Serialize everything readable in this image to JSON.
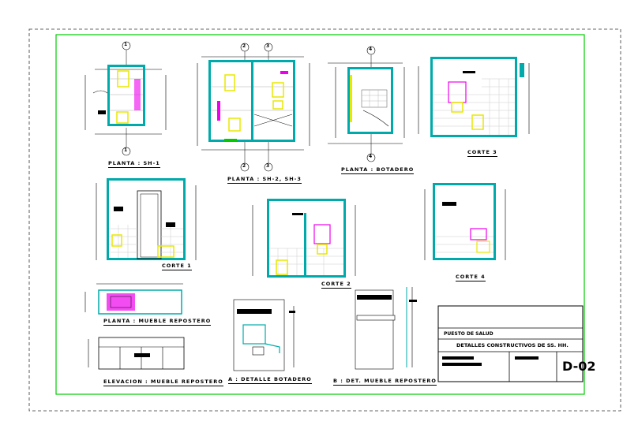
{
  "labels": {
    "sh1": "PLANTA : SH-1",
    "sh23": "PLANTA : SH-2, SH-3",
    "botadero": "PLANTA : BOTADERO",
    "corte3": "CORTE 3",
    "corte1": "CORTE 1",
    "corte2": "CORTE 2",
    "corte4": "CORTE 4",
    "mueble_planta": "PLANTA : MUEBLE REPOSTERO",
    "mueble_elev": "ELEVACION : MUEBLE REPOSTERO",
    "det_a": "A : DETALLE BOTADERO",
    "det_b": "B : DET. MUEBLE REPOSTERO"
  },
  "axes": {
    "a1": "1",
    "a2": "2",
    "a3": "3",
    "a4": "4"
  },
  "title_block": {
    "project": "PUESTO DE SALUD",
    "sheet_title": "DETALLES CONSTRUCTIVOS DE SS. HH.",
    "sheet_number": "D-02"
  },
  "colors": {
    "frame": "#00cc00",
    "wall": "#00aaaa",
    "fixture": "#e8e800",
    "accent": "#ee00ee",
    "line": "#000000"
  }
}
